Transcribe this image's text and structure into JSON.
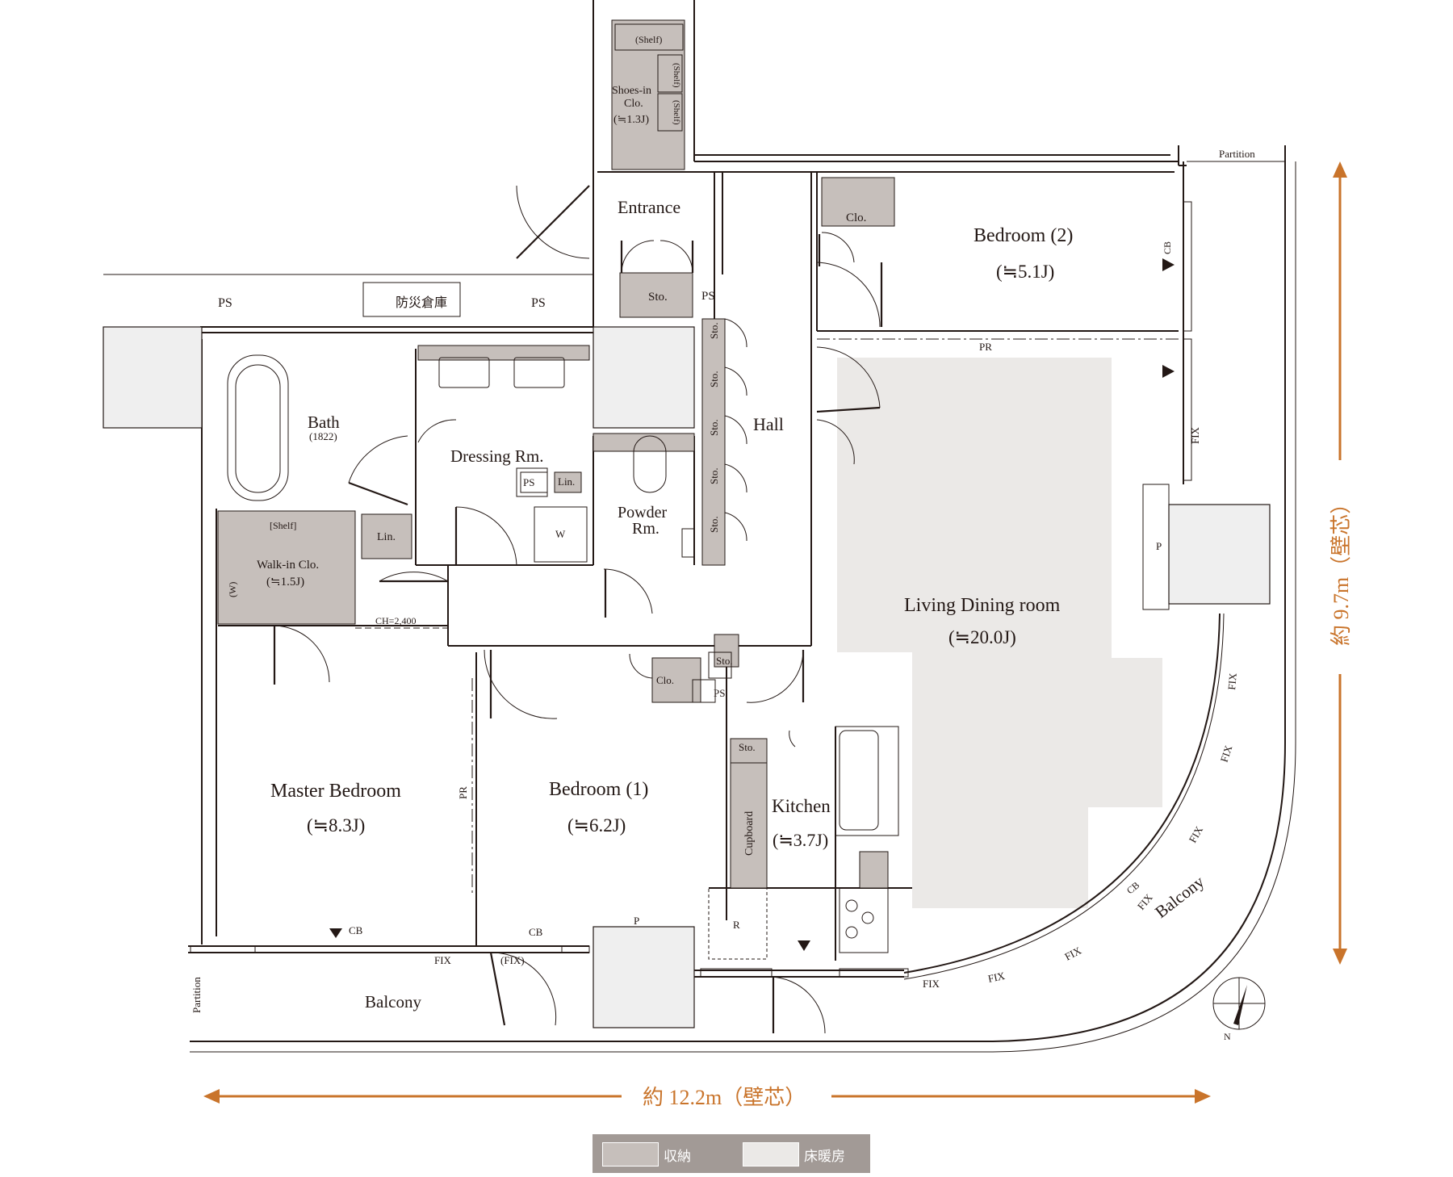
{
  "rooms": {
    "entrance": "Entrance",
    "hall": "Hall",
    "bath": "Bath",
    "bath_size": "(1822)",
    "dressing": "Dressing Rm.",
    "powder_1": "Powder",
    "powder_2": "Rm.",
    "walkin_1": "Walk-in Clo.",
    "walkin_2": "(≒1.5J)",
    "shoes_1": "Shoes-in",
    "shoes_2": "Clo.",
    "shoes_3": "(≒1.3J)",
    "master_name": "Master Bedroom",
    "master_size": "(≒8.3J)",
    "bed1_name": "Bedroom (1)",
    "bed1_size": "(≒6.2J)",
    "bed2_name": "Bedroom (2)",
    "bed2_size": "(≒5.1J)",
    "living_name": "Living Dining room",
    "living_size": "(≒20.0J)",
    "kitchen_name": "Kitchen",
    "kitchen_size": "(≒3.7J)",
    "balcony": "Balcony"
  },
  "labels": {
    "shelf": "(Shelf)",
    "shelf_bracket": "[Shelf]",
    "sto": "Sto.",
    "clo": "Clo.",
    "lin": "Lin.",
    "ps": "PS",
    "w": "W",
    "w_paren": "(W)",
    "r": "R",
    "p": "P",
    "pr": "PR",
    "cb": "CB",
    "fix": "FIX",
    "fix_paren": "(FIX)",
    "partition": "Partition",
    "cupboard": "Cupboard",
    "ch": "CH=2,400",
    "bousai": "防災倉庫",
    "north": "N"
  },
  "dimensions": {
    "width": "約 12.2m（壁芯）",
    "height": "約 9.7m（壁芯）"
  },
  "legend": {
    "storage": "収納",
    "floor_heating": "床暖房"
  },
  "colors": {
    "storage": "#c6bfbb",
    "floor_heating": "#ebe9e7",
    "dimension": "#c9742b",
    "line": "#231815"
  }
}
